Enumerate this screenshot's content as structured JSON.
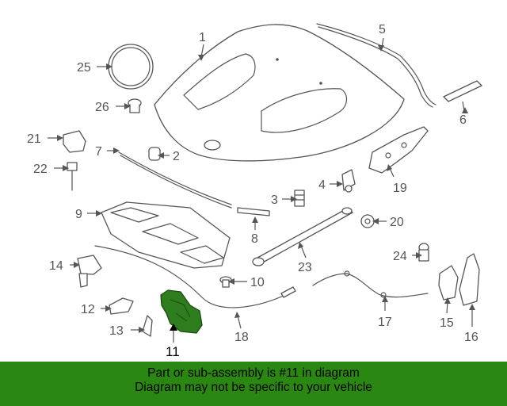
{
  "callouts": {
    "c1": "1",
    "c2": "2",
    "c3": "3",
    "c4": "4",
    "c5": "5",
    "c6": "6",
    "c7": "7",
    "c8": "8",
    "c9": "9",
    "c10": "10",
    "c11": "11",
    "c12": "12",
    "c13": "13",
    "c14": "14",
    "c15": "15",
    "c16": "16",
    "c17": "17",
    "c18": "18",
    "c19": "19",
    "c20": "20",
    "c21": "21",
    "c22": "22",
    "c23": "23",
    "c24": "24",
    "c25": "25",
    "c26": "26"
  },
  "highlighted_part": "11",
  "highlight_color": "#2a8712",
  "banner": {
    "line1": "Part or sub-assembly is #11 in diagram",
    "line2": "Diagram may not be specific to your vehicle"
  }
}
